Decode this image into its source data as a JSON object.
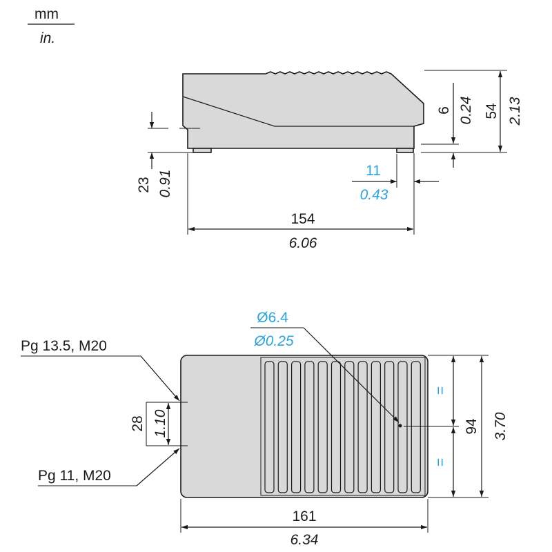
{
  "units": {
    "top": "mm",
    "bottom": "in."
  },
  "side_view": {
    "total_height_mm": "54",
    "total_height_in": "2.13",
    "foot_height_mm": "6",
    "foot_height_in": "0.24",
    "cable_height_mm": "23",
    "cable_height_in": "0.91",
    "foot_offset_mm": "11",
    "foot_offset_in": "0.43",
    "length_mm": "154",
    "length_in": "6.06"
  },
  "top_view": {
    "hole_dia_mm": "Ø6.4",
    "hole_dia_in": "Ø0.25",
    "entry_upper": "Pg 13.5, M20",
    "entry_lower": "Pg 11, M20",
    "entry_spacing_mm": "28",
    "entry_spacing_in": "1.10",
    "equal_mark": "=",
    "width_mm": "94",
    "width_in": "3.70",
    "length_mm": "161",
    "length_in": "6.34"
  },
  "colors": {
    "body": "#d9d9d9",
    "line": "#1a1a1a",
    "accent": "#29a3e0"
  }
}
